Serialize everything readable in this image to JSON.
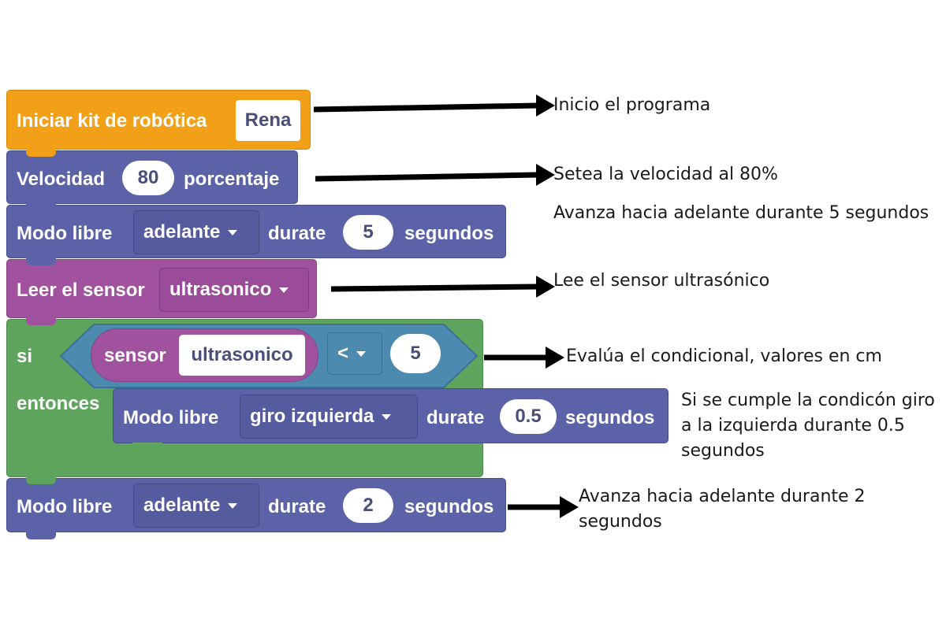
{
  "blocks": {
    "start": {
      "label": "Iniciar kit de robótica",
      "value": "Rena"
    },
    "speed": {
      "label": "Velocidad",
      "value": "80",
      "unit": "porcentaje"
    },
    "move1": {
      "label": "Modo libre",
      "direction": "adelante",
      "duration_label": "durate",
      "value": "5",
      "unit": "segundos"
    },
    "read_sensor": {
      "label": "Leer el sensor",
      "sensor": "ultrasonico"
    },
    "if_block": {
      "if_label": "si",
      "then_label": "entonces",
      "condition": {
        "sensor_label": "sensor",
        "sensor_name": "ultrasonico",
        "operator": "<",
        "value": "5"
      },
      "inner_move": {
        "label": "Modo libre",
        "direction": "giro izquierda",
        "duration_label": "durate",
        "value": "0.5",
        "unit": "segundos"
      }
    },
    "move2": {
      "label": "Modo libre",
      "direction": "adelante",
      "duration_label": "durate",
      "value": "2",
      "unit": "segundos"
    }
  },
  "annotations": {
    "start": "Inicio el programa",
    "speed": "Setea la velocidad al 80%",
    "move1": "Avanza hacia adelante durante 5 segundos",
    "read_sensor": "Lee el sensor ultrasónico",
    "condition": "Evalúa el condicional, valores en cm",
    "inner_move": "Si se cumple la condicón giro\na la izquierda durante 0.5\nsegundos",
    "move2": "Avanza hacia adelante durante 2\nsegundos"
  },
  "colors": {
    "start_block": "#f2a018",
    "motion_block": "#5c62a8",
    "sensor_block": "#a1529f",
    "control_block": "#5ea45c",
    "condition_hex": "#4c8ab0"
  }
}
